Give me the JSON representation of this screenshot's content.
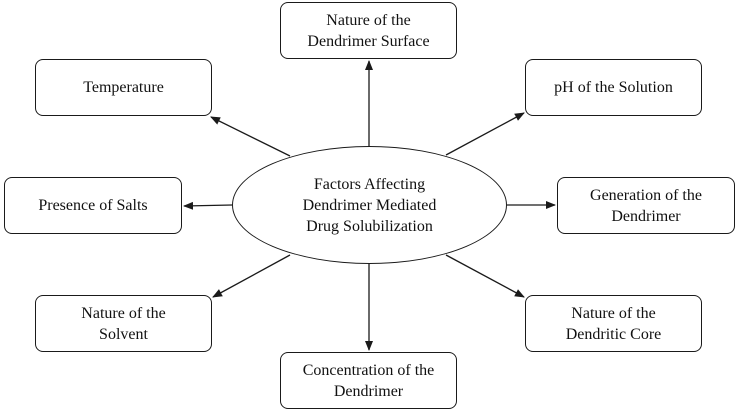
{
  "center": {
    "label": "Factors Affecting\nDendrimer Mediated\nDrug Solubilization"
  },
  "factors": [
    {
      "id": "nature-surface",
      "label": "Nature of the\nDendrimer Surface"
    },
    {
      "id": "temperature",
      "label": "Temperature"
    },
    {
      "id": "ph",
      "label": "pH of the Solution"
    },
    {
      "id": "salts",
      "label": "Presence of Salts"
    },
    {
      "id": "generation",
      "label": "Generation of the\nDendrimer"
    },
    {
      "id": "solvent",
      "label": "Nature of the\nSolvent"
    },
    {
      "id": "core",
      "label": "Nature of the\nDendritic Core"
    },
    {
      "id": "concentration",
      "label": "Concentration of the\nDendrimer"
    }
  ],
  "colors": {
    "stroke": "#1a1a1a",
    "text": "#111111",
    "background": "#ffffff"
  }
}
